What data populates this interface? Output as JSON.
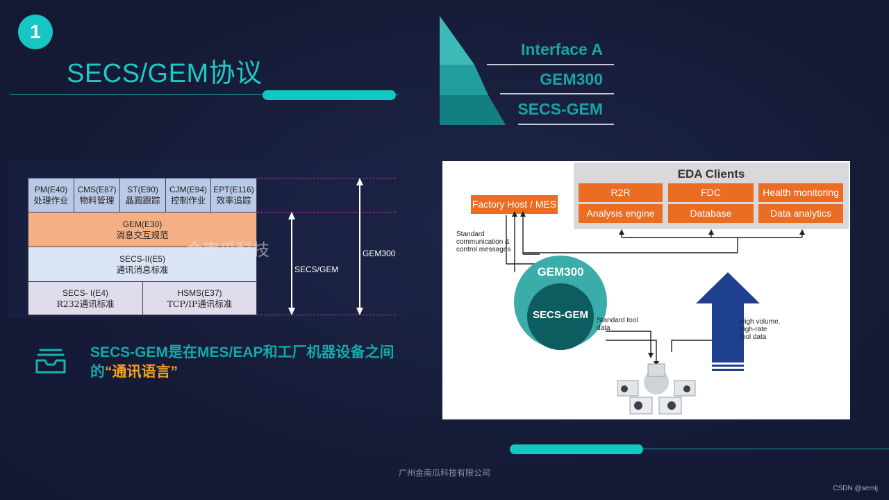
{
  "header": {
    "badge": "1",
    "title": "SECS/GEM协议"
  },
  "pyramid": {
    "labels": [
      "Interface  A",
      "GEM300",
      "SECS-GEM"
    ],
    "colors": [
      "#40b9b9",
      "#239e9f",
      "#137f82"
    ]
  },
  "stack": {
    "top_row": [
      {
        "code": "PM(E40)",
        "cn": "处理作业"
      },
      {
        "code": "CMS(E87)",
        "cn": "物料管理"
      },
      {
        "code": "ST(E90)",
        "cn": "晶圆跟踪"
      },
      {
        "code": "CJM(E94)",
        "cn": "控制作业"
      },
      {
        "code": "EPT(E116)",
        "cn": "效率追踪"
      }
    ],
    "gem": {
      "code": "GEM(E30)",
      "cn": "消息交互规范"
    },
    "secs2": {
      "code": "SECS-II(E5)",
      "cn": "通讯消息标准"
    },
    "bottom_row": [
      {
        "code": "SECS- I(E4)",
        "cn": "R232通讯标准"
      },
      {
        "code": "HSMS(E37)",
        "cn": "TCP/IP通讯标准"
      }
    ],
    "arrow_secs_gem": "SECS/GEM",
    "arrow_gem300": "GEM300",
    "watermark": "金南瓜科技"
  },
  "description": {
    "icon": "tray-icon",
    "text_before": "SECS-GEM是在MES/EAP和工厂机器设备之间的",
    "highlight": "“通讯语言”"
  },
  "architecture": {
    "eda_title": "EDA Clients",
    "eda_items": [
      "R2R",
      "FDC",
      "Health monitoring",
      "Analysis engine",
      "Database",
      "Data analytics"
    ],
    "factory_host": "Factory Host / MES",
    "std_comm": [
      "Standard",
      "communication &",
      "control messages"
    ],
    "gem300": "GEM300",
    "secs_gem": "SECS-GEM",
    "std_tool": [
      "Standard tool",
      "data"
    ],
    "interface_a": "Interface A",
    "high_volume": [
      "High volume,",
      "high-rate",
      "tool data"
    ],
    "orange": "#ec6c22",
    "navy": "#1f3f8f",
    "teal_outer": "#3aaca9",
    "teal_inner": "#0c5c60"
  },
  "footer": {
    "company": "广州金南瓜科技有限公司",
    "credit": "CSDN @semij"
  }
}
